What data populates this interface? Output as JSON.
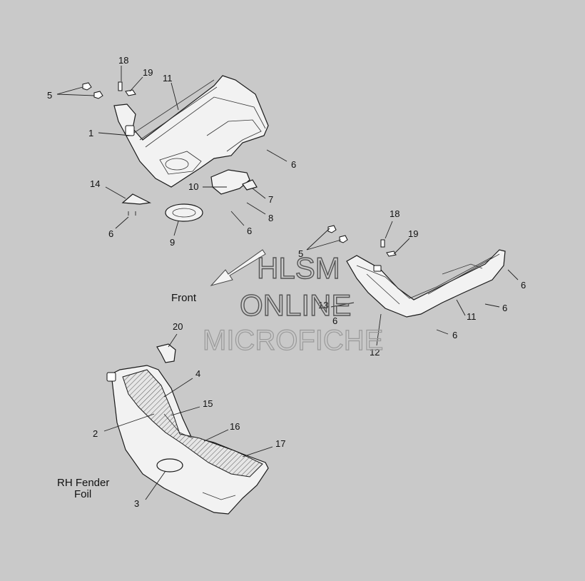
{
  "labels": {
    "front": "Front",
    "rh_line1": "RH Fender",
    "rh_line2": "Foil"
  },
  "watermark": {
    "line1": "HLSM",
    "line2": "ONLINE",
    "line3": "MICROFICHE"
  },
  "callouts": [
    "1",
    "2",
    "3",
    "4",
    "5",
    "6",
    "7",
    "8",
    "9",
    "10",
    "11",
    "12",
    "13",
    "14",
    "15",
    "16",
    "17",
    "18",
    "19",
    "20"
  ]
}
